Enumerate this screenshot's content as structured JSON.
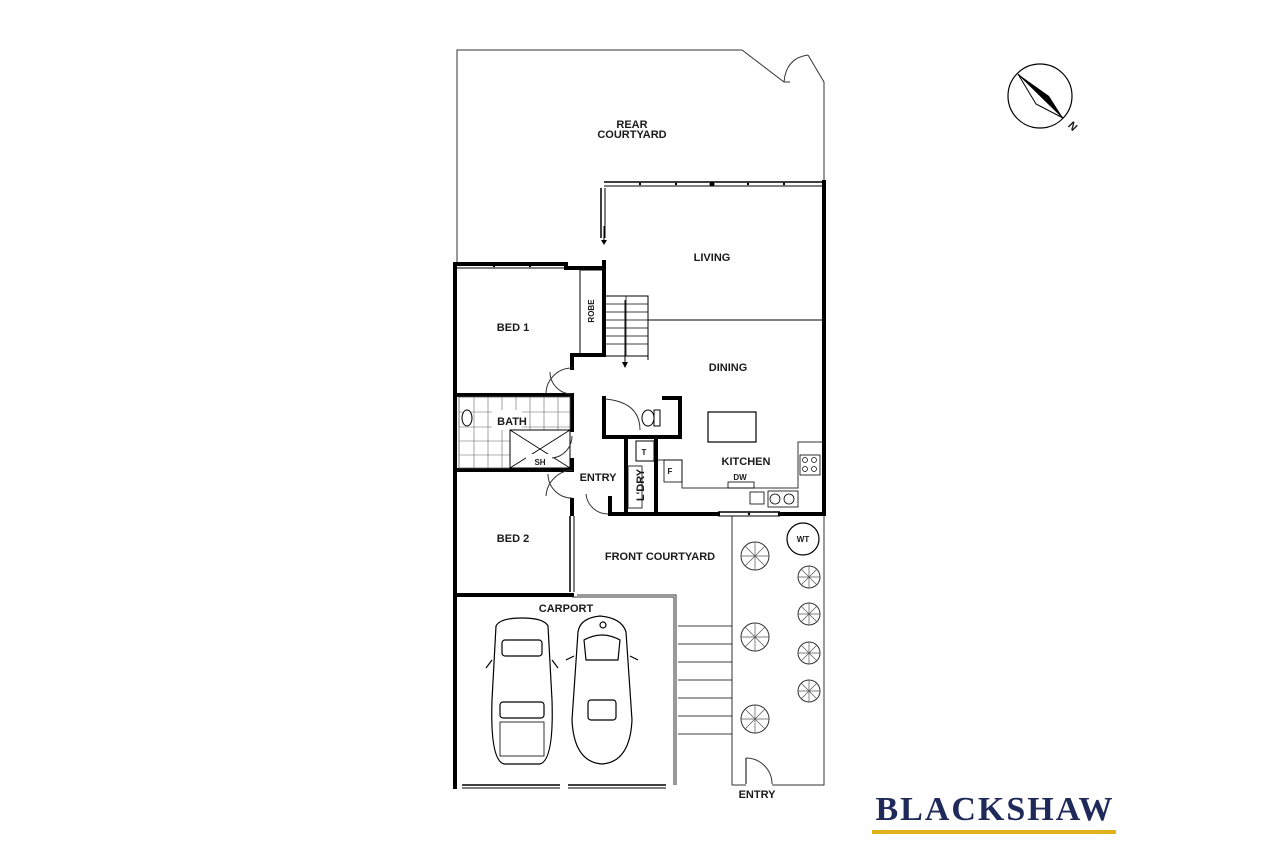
{
  "rooms": {
    "rear_courtyard_line1": "REAR",
    "rear_courtyard_line2": "COURTYARD",
    "living": "LIVING",
    "dining": "DINING",
    "kitchen": "KITCHEN",
    "bed1": "BED 1",
    "bed2": "BED 2",
    "robe": "ROBE",
    "bath": "BATH",
    "shower": "SH",
    "entry": "ENTRY",
    "laundry": "L'DRY",
    "toilet": "T",
    "fridge": "F",
    "dishwasher": "DW",
    "front_courtyard": "FRONT COURTYARD",
    "carport": "CARPORT",
    "water_tank": "WT",
    "street_entry": "ENTRY"
  },
  "compass": {
    "north_label": "N"
  },
  "brand": {
    "name": "BLACKSHAW",
    "text_color": "#1f2a5a",
    "accent_color": "#e0b21a"
  }
}
